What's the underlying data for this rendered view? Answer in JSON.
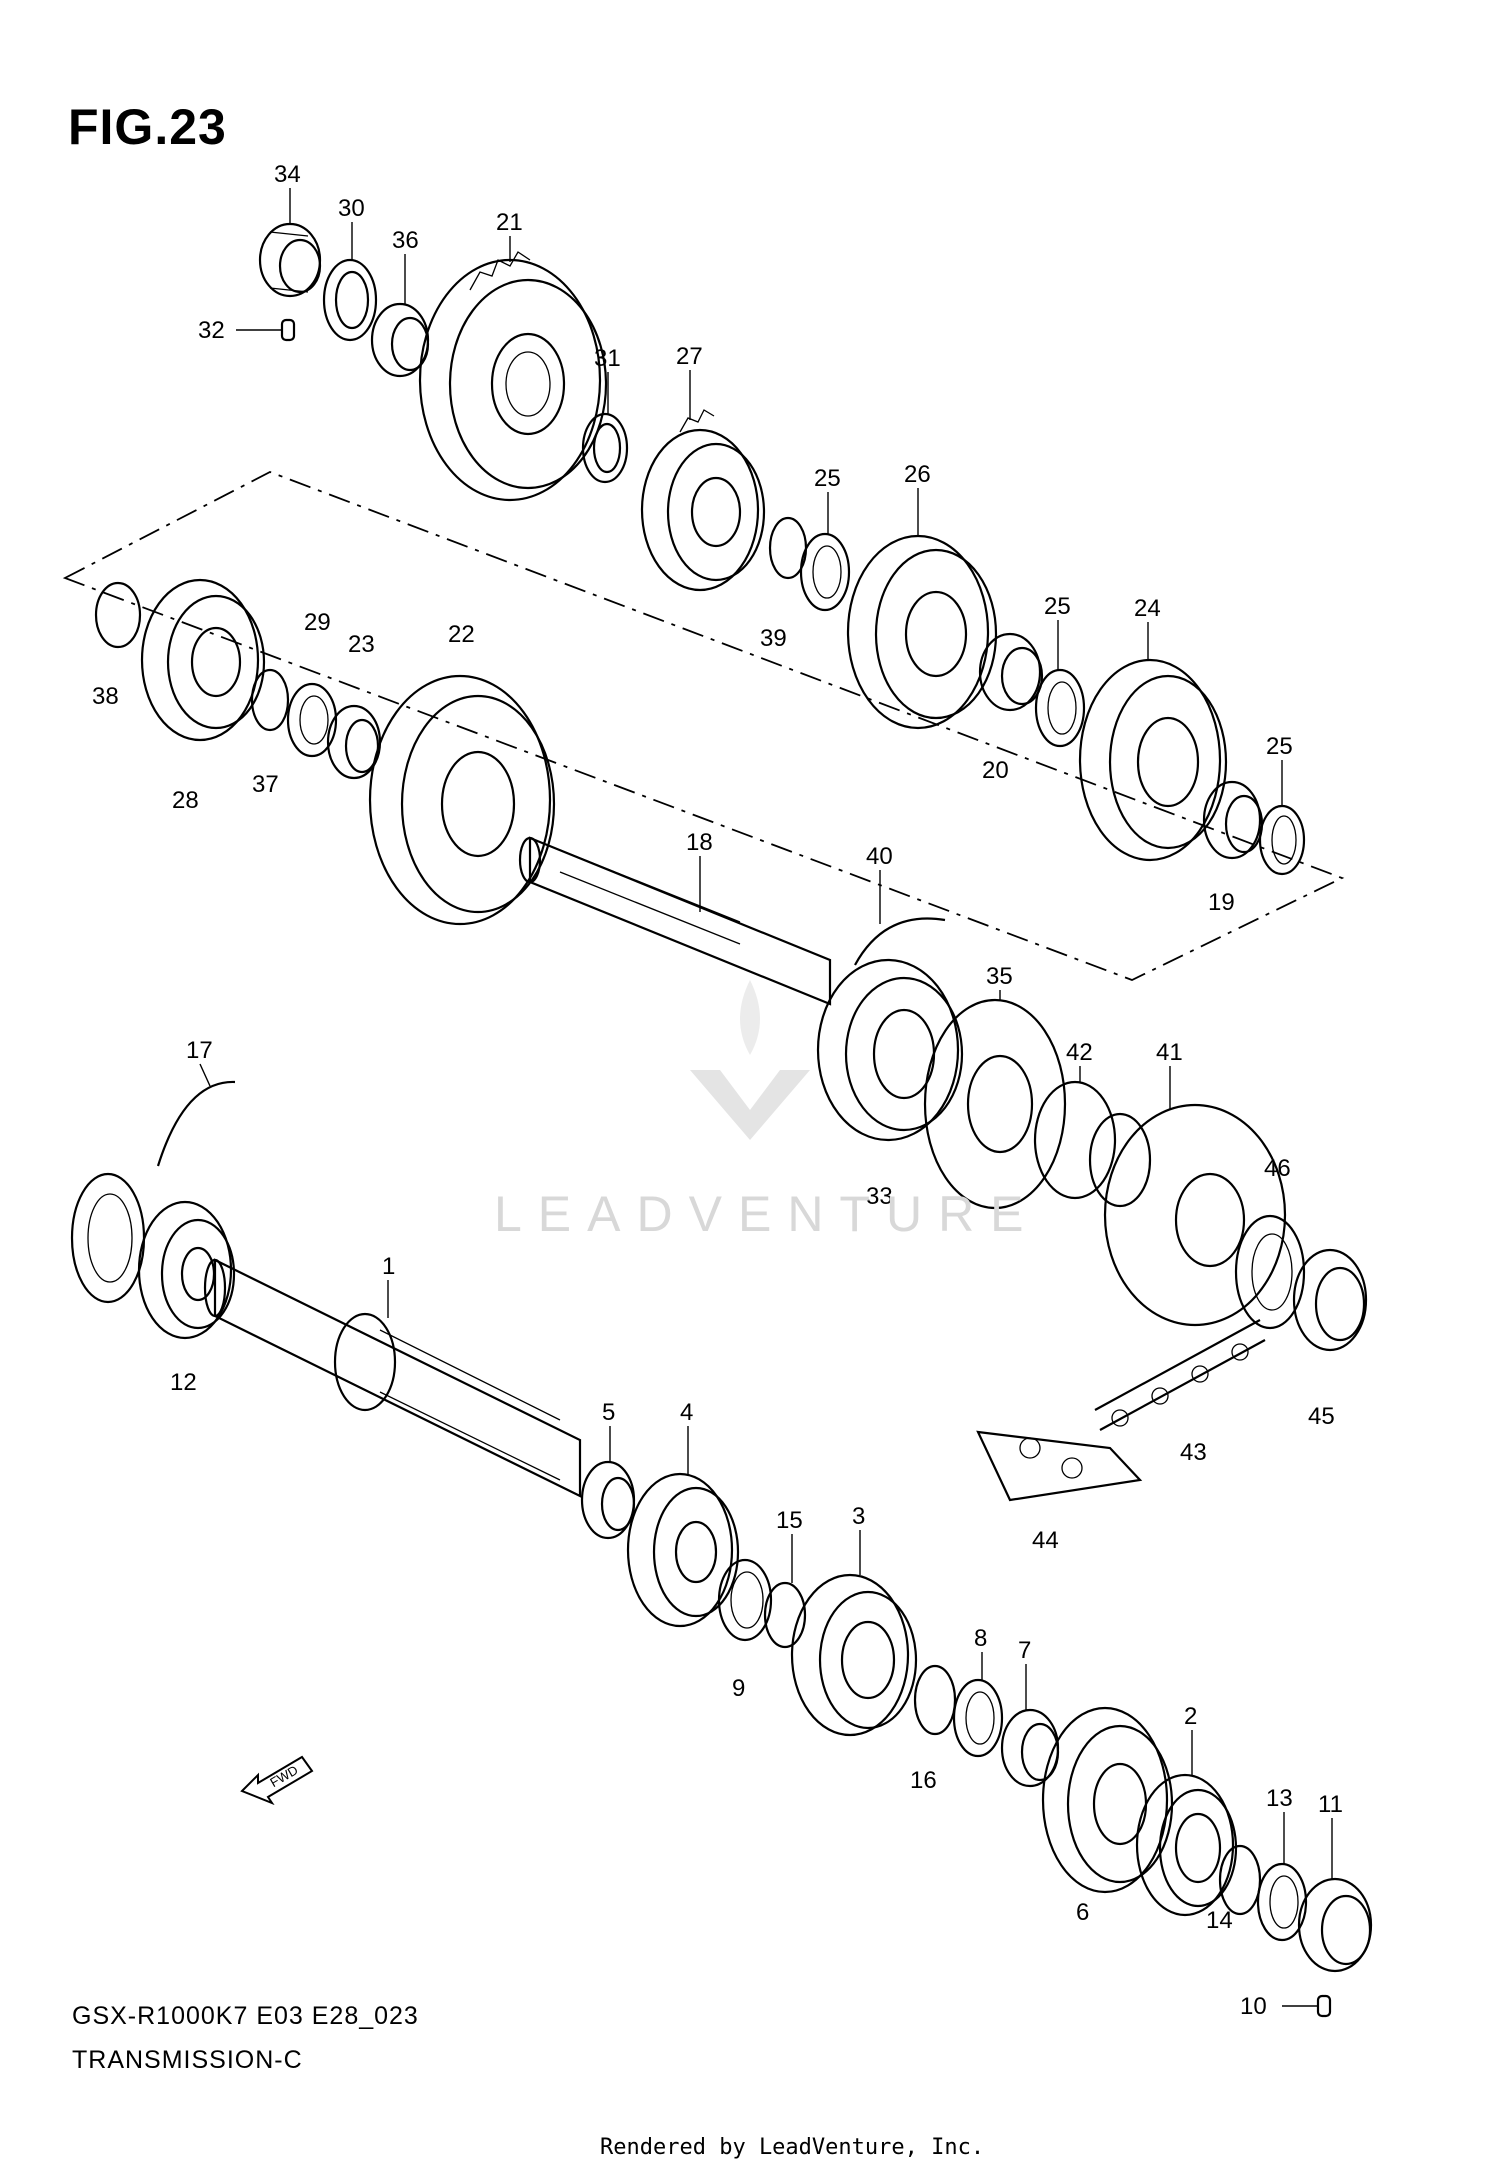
{
  "figure": {
    "title": "FIG.23"
  },
  "footer": {
    "model_code": "GSX-R1000K7 E03 E28_023",
    "section_name": "TRANSMISSION-C",
    "credit": "Rendered by LeadVenture, Inc."
  },
  "watermark": {
    "text": "LEADVENTURE"
  },
  "direction_arrow": {
    "label": "FWD"
  },
  "callouts": [
    "34",
    "30",
    "36",
    "21",
    "32",
    "31",
    "27",
    "25",
    "26",
    "39",
    "38",
    "29",
    "23",
    "22",
    "28",
    "37",
    "25",
    "24",
    "20",
    "25",
    "19",
    "18",
    "40",
    "35",
    "42",
    "41",
    "17",
    "46",
    "33",
    "1",
    "12",
    "45",
    "43",
    "5",
    "4",
    "15",
    "3",
    "44",
    "9",
    "8",
    "7",
    "16",
    "2",
    "13",
    "11",
    "6",
    "14",
    "10"
  ],
  "colors": {
    "line": "#000000",
    "watermark": "#d8d8d8"
  }
}
